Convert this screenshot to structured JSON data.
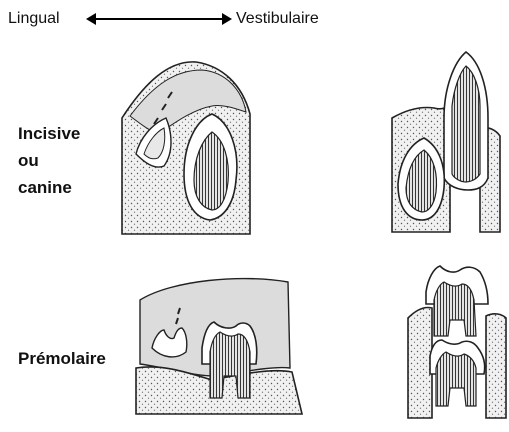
{
  "header": {
    "left_label": "Lingual",
    "right_label": "Vestibulaire"
  },
  "rows": [
    {
      "lines": [
        "Incisive",
        "ou",
        "canine"
      ]
    },
    {
      "lines": [
        "Prémolaire"
      ]
    }
  ]
}
